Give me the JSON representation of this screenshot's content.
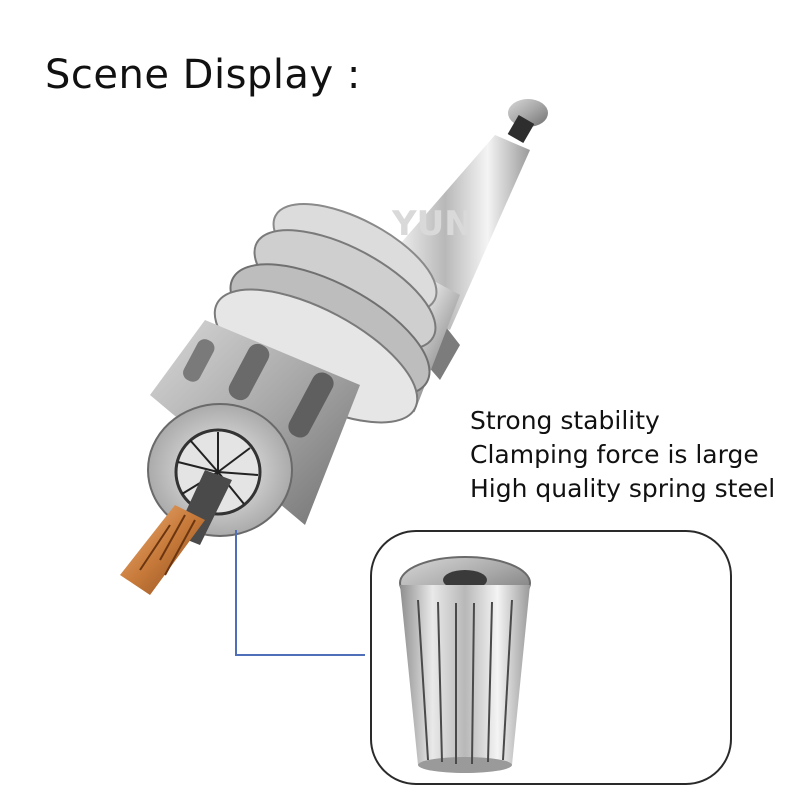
{
  "title": "Scene Display :",
  "watermark": "YUN",
  "features": [
    "Strong stability",
    "Clamping force is large",
    "High quality spring steel"
  ],
  "colors": {
    "leader_line": "#4f6fb8",
    "frame": "#2a2a2a",
    "cutter_coating": "#c77a3a"
  }
}
